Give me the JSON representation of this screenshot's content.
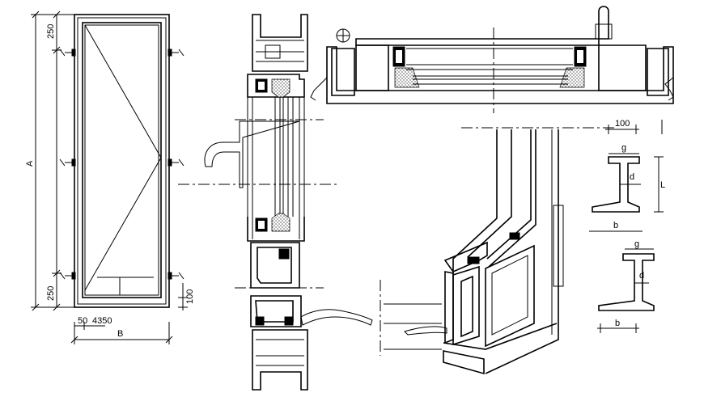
{
  "labels": {
    "dim_top": "250",
    "dim_height": "A",
    "dim_bottom": "250",
    "dim_bottom_pos": "50",
    "dim_spacing": "4350",
    "dim_width": "B",
    "dim_sill": "100",
    "dim_100": "100",
    "profile_top_g": "g",
    "profile_top_d": "d",
    "profile_top_l": "L",
    "profile_top_b": "b",
    "profile_bot_g": "g",
    "profile_bot_d": "d",
    "profile_bot_b": "b"
  }
}
